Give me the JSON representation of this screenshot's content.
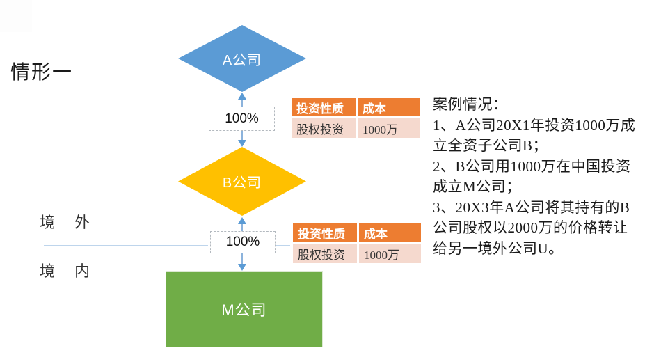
{
  "title": "情形一",
  "diagram": {
    "company_a": "A公司",
    "company_b": "B公司",
    "company_m": "M公司",
    "ownership_ab": "100%",
    "ownership_bm": "100%",
    "outside_label": "境　外",
    "inside_label": "境　内"
  },
  "tables": [
    {
      "headers": [
        "投资性质",
        "成本"
      ],
      "row": [
        "股权投资",
        "1000万"
      ]
    },
    {
      "headers": [
        "投资性质",
        "成本"
      ],
      "row": [
        "股权投资",
        "1000万"
      ]
    }
  ],
  "case": {
    "lines": [
      "案例情况：",
      "1、A公司20X1年投资1000万成",
      "立全资子公司B；",
      "2、B公司用1000万在中国投资",
      "成立M公司；",
      "3、20X3年A公司将其持有的B",
      "公司股权以2000万的价格转让",
      "给另一境外公司U。"
    ]
  },
  "colors": {
    "company_a_fill": "#5B9BD5",
    "company_b_fill": "#FFC000",
    "company_m_fill": "#70AD47",
    "table_header_bg": "#ED7D31",
    "table_body_bg": "#F5D9CE",
    "arrow": "#6FA0D3",
    "arrow_head": "#5B9BD5",
    "divider_line": "#A9C7E6"
  }
}
